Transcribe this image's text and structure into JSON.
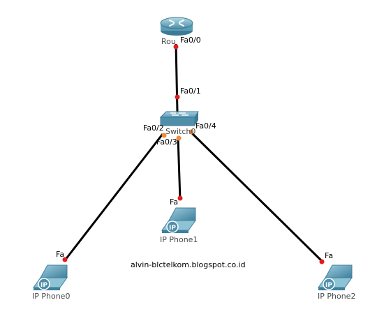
{
  "devices": {
    "router": {
      "label": "Rou"
    },
    "switch": {
      "label": "Switch0"
    },
    "phone0": {
      "label": "IP Phone0"
    },
    "phone1": {
      "label": "IP Phone1"
    },
    "phone2": {
      "label": "IP Phone2"
    }
  },
  "ports": {
    "router_fa00": "Fa0/0",
    "switch_fa01": "Fa0/1",
    "switch_fa02": "Fa0/2",
    "switch_fa03": "Fa0/3",
    "switch_fa04": "Fa0/4",
    "phone0_fa": "Fa",
    "phone1_fa": "Fa",
    "phone2_fa": "Fa"
  },
  "phone_badge": "IP",
  "watermark": "alvin-blctelkom.blogspot.co.id",
  "colors": {
    "link": "#000000",
    "link_down": "#e31b1b",
    "link_pending": "#f08a3a",
    "device_body": "#4f8faa",
    "device_light": "#8ec3d6"
  }
}
